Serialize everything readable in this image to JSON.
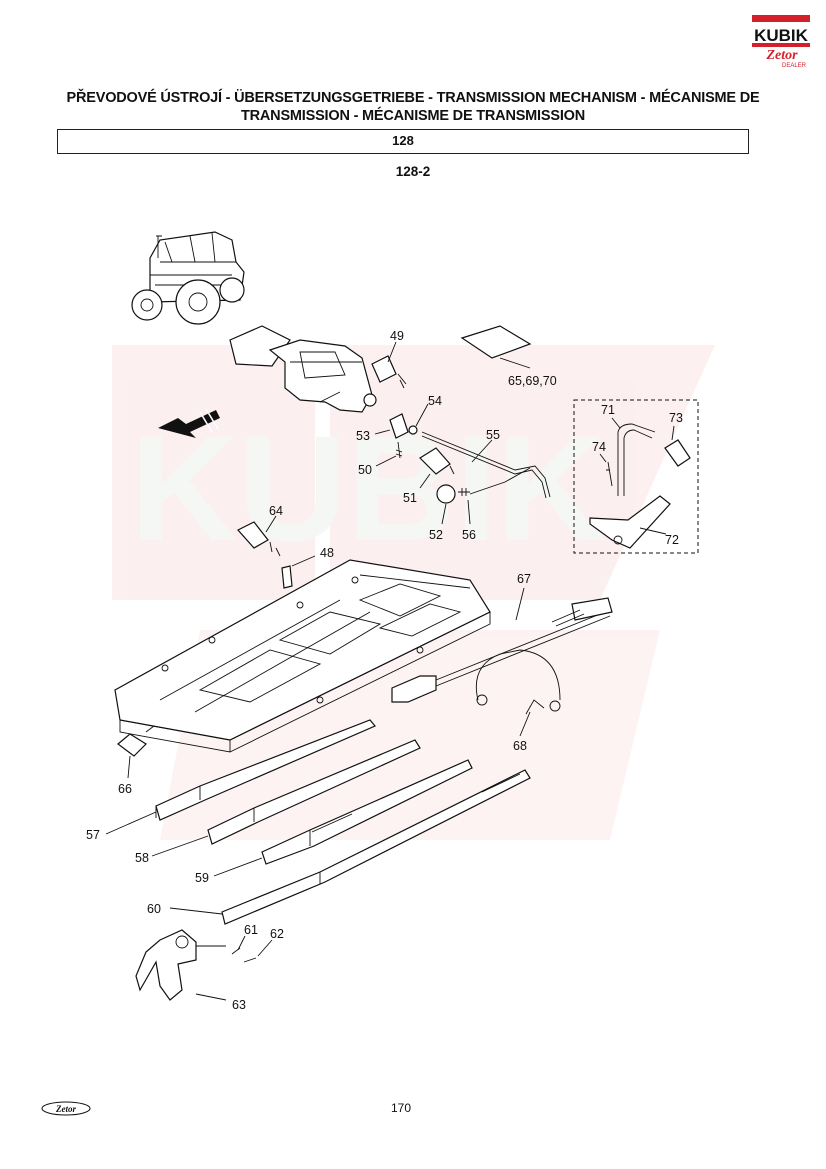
{
  "header": {
    "title": "PŘEVODOVÉ ÚSTROJÍ - ÜBERSETZUNGSGETRIEBE - TRANSMISSION MECHANISM - MÉCANISME DE TRANSMISSION - MÉCANISME DE TRANSMISSION",
    "section": "128",
    "subsection": "128-2"
  },
  "logo": {
    "line1": "KUBIK",
    "line2": "Zetor",
    "line3": "DEALER",
    "red": "#d4202a"
  },
  "watermark": {
    "text": "KUBIK",
    "color": "#f6d8da"
  },
  "callouts": {
    "c49": "49",
    "c65": "65,69,70",
    "c54": "54",
    "c53": "53",
    "c55": "55",
    "c50": "50",
    "c51": "51",
    "c52": "52",
    "c56": "56",
    "c71": "71",
    "c73": "73",
    "c74": "74",
    "c72": "72",
    "c64": "64",
    "c48": "48",
    "c67": "67",
    "c68": "68",
    "c66": "66",
    "c57": "57",
    "c58": "58",
    "c59": "59",
    "c60": "60",
    "c61": "61",
    "c62": "62",
    "c63": "63"
  },
  "footer": {
    "page_number": "170",
    "logo_text": "Zetor"
  }
}
